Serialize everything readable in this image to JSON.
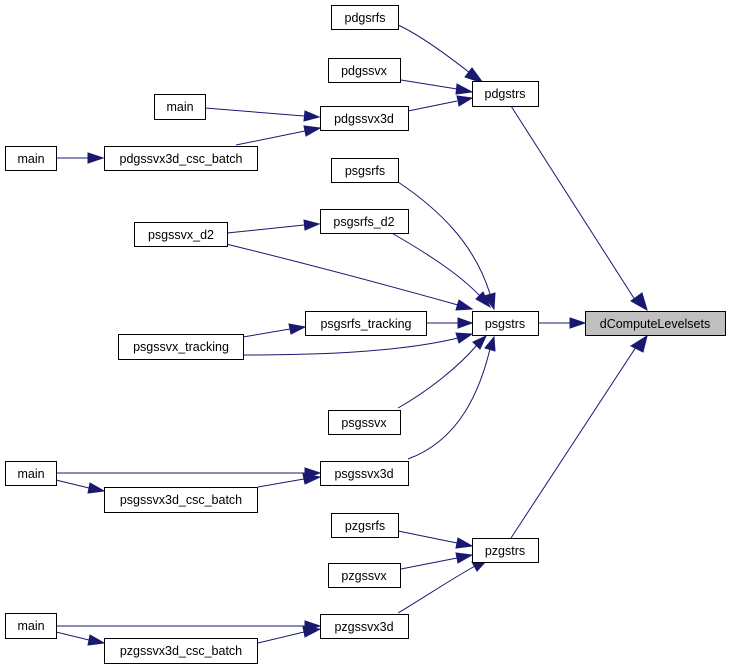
{
  "graph": {
    "root": "dComputeLevelsets",
    "nodes": {
      "dcompute": "dComputeLevelsets",
      "pdgstrs": "pdgstrs",
      "psgstrs": "psgstrs",
      "pzgstrs": "pzgstrs",
      "pdgsrfs": "pdgsrfs",
      "pdgssvx": "pdgssvx",
      "pdgssvx3d": "pdgssvx3d",
      "main_pd_a": "main",
      "main_pd_b": "main",
      "pdgssvx3d_csc_batch": "pdgssvx3d_csc_batch",
      "psgsrfs": "psgsrfs",
      "psgsrfs_d2": "psgsrfs_d2",
      "psgssvx_d2": "psgssvx_d2",
      "psgsrfs_tracking": "psgsrfs_tracking",
      "psgssvx_tracking": "psgssvx_tracking",
      "psgssvx": "psgssvx",
      "psgssvx3d": "psgssvx3d",
      "main_ps": "main",
      "psgssvx3d_csc_batch": "psgssvx3d_csc_batch",
      "pzgsrfs": "pzgsrfs",
      "pzgssvx": "pzgssvx",
      "pzgssvx3d": "pzgssvx3d",
      "main_pz": "main",
      "pzgssvx3d_csc_batch": "pzgssvx3d_csc_batch"
    },
    "edges": [
      {
        "from": "pdgstrs",
        "to": "dcompute"
      },
      {
        "from": "psgstrs",
        "to": "dcompute"
      },
      {
        "from": "pzgstrs",
        "to": "dcompute"
      },
      {
        "from": "pdgsrfs",
        "to": "pdgstrs"
      },
      {
        "from": "pdgssvx",
        "to": "pdgstrs"
      },
      {
        "from": "pdgssvx3d",
        "to": "pdgstrs"
      },
      {
        "from": "main_pd_a",
        "to": "pdgssvx3d"
      },
      {
        "from": "pdgssvx3d_csc_batch",
        "to": "pdgssvx3d"
      },
      {
        "from": "main_pd_b",
        "to": "pdgssvx3d_csc_batch"
      },
      {
        "from": "psgsrfs",
        "to": "psgstrs"
      },
      {
        "from": "psgsrfs_d2",
        "to": "psgstrs"
      },
      {
        "from": "psgssvx_d2",
        "to": "psgsrfs_d2"
      },
      {
        "from": "psgssvx_d2",
        "to": "psgstrs"
      },
      {
        "from": "psgsrfs_tracking",
        "to": "psgstrs"
      },
      {
        "from": "psgssvx_tracking",
        "to": "psgsrfs_tracking"
      },
      {
        "from": "psgssvx_tracking",
        "to": "psgstrs"
      },
      {
        "from": "psgssvx",
        "to": "psgstrs"
      },
      {
        "from": "psgssvx3d",
        "to": "psgstrs"
      },
      {
        "from": "main_ps",
        "to": "psgssvx3d"
      },
      {
        "from": "main_ps",
        "to": "psgssvx3d_csc_batch"
      },
      {
        "from": "psgssvx3d_csc_batch",
        "to": "psgssvx3d"
      },
      {
        "from": "pzgsrfs",
        "to": "pzgstrs"
      },
      {
        "from": "pzgssvx",
        "to": "pzgstrs"
      },
      {
        "from": "pzgssvx3d",
        "to": "pzgstrs"
      },
      {
        "from": "main_pz",
        "to": "pzgssvx3d"
      },
      {
        "from": "main_pz",
        "to": "pzgssvx3d_csc_batch"
      },
      {
        "from": "pzgssvx3d_csc_batch",
        "to": "pzgssvx3d"
      }
    ]
  },
  "colors": {
    "edge": "#191970",
    "root_fill": "#bfbfbf",
    "node_fill": "#ffffff",
    "node_border": "#000000"
  }
}
